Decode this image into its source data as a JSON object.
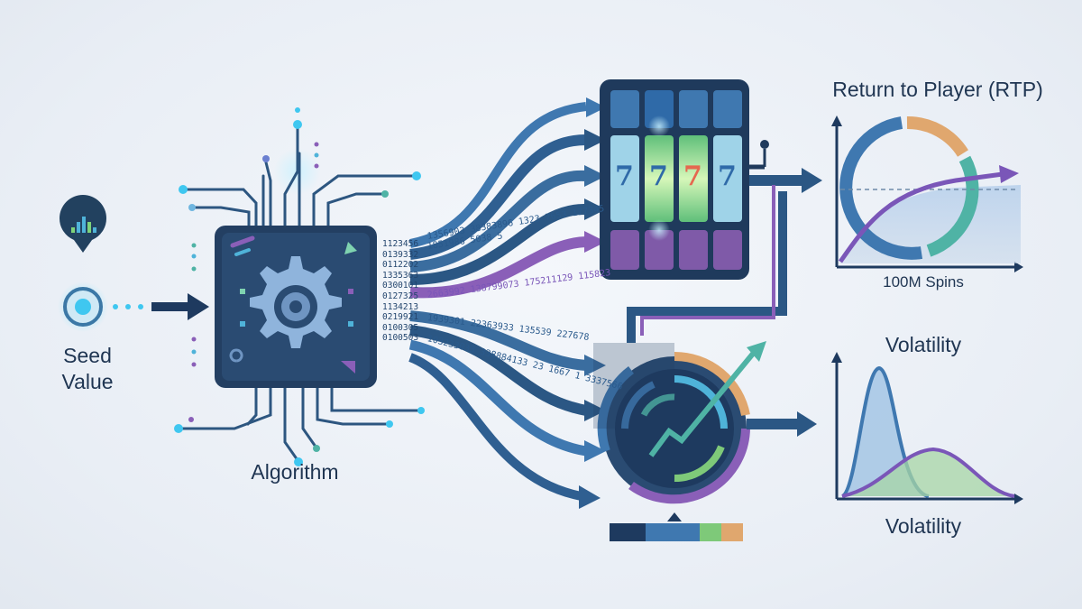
{
  "labels": {
    "seed_line1": "Seed",
    "seed_line2": "Value",
    "algorithm": "Algorithm",
    "rtp_title": "Return to Player (RTP)",
    "rtp_caption": "100M Spins",
    "volatility_title": "Volatility",
    "volatility_caption": "Volatility"
  },
  "algorithm_numbers": [
    "1123456",
    "0139332",
    "0112202",
    "1335363",
    "0300101",
    "0127325",
    "1134213",
    "0219921",
    "0100305",
    "0100503"
  ],
  "number_streams": [
    {
      "text": "1851986 5038 5",
      "color": "blue"
    },
    {
      "text": "1356903 38383896 1323 7653 177345",
      "color": "blue"
    },
    {
      "text": "2663992 138799073 175211129 115823",
      "color": "purple"
    },
    {
      "text": "1939301 22363933 135539 227678",
      "color": "blue"
    },
    {
      "text": "103233033 338884133 23 1667 1 3337566",
      "color": "blue"
    }
  ],
  "reel_symbols": [
    "7",
    "7",
    "7",
    "7"
  ],
  "colors": {
    "navy": "#1e3a5f",
    "blue": "#3f78b0",
    "teal": "#4fb3a5",
    "green": "#7ec979",
    "orange": "#e0a76e",
    "purple": "#8a5fb8",
    "cyan": "#46c9f0",
    "glyph_red": "#e5684f",
    "glyph_blue": "#2f6aa8"
  },
  "icons": [
    "equalizer-icon",
    "gear-icon",
    "seven-glyph-icon",
    "gauge-icon",
    "trend-arrow-icon",
    "circuit-trace-icon"
  ]
}
